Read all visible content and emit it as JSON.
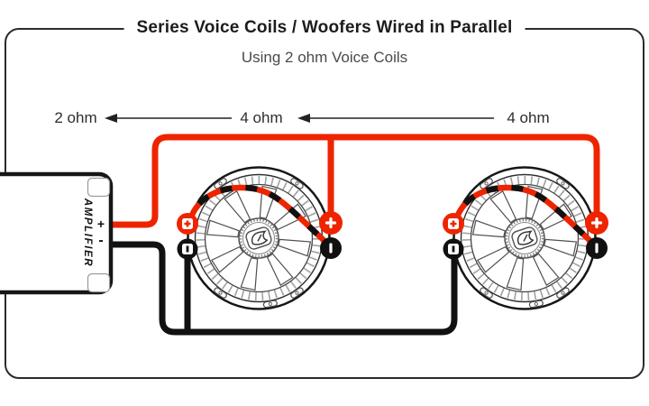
{
  "header": {
    "title": "Series Voice Coils / Woofers Wired in Parallel",
    "subtitle": "Using 2 ohm Voice Coils"
  },
  "impedance": {
    "total": "2 ohm",
    "woofer1": "4 ohm",
    "woofer2": "4 ohm"
  },
  "amplifier": {
    "label": "AMPLIFIER",
    "positive": "+",
    "negative": "-"
  },
  "woofer_terminals": {
    "positive_symbol": "+",
    "negative_symbol": "−"
  },
  "icons": {
    "woofer_terminal_positive": "plus-icon",
    "woofer_terminal_negative": "minus-icon",
    "impedance_arrows": "left-arrow-icon"
  },
  "colors": {
    "positive_wire": "#ee2400",
    "negative_wire": "#111111",
    "diagram_line": "#222222"
  }
}
